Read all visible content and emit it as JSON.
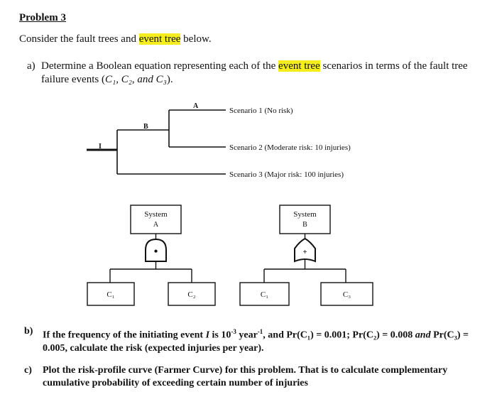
{
  "problem": {
    "title": "Problem 3",
    "intro_prefix": "Consider the fault trees and ",
    "intro_highlight": "event tree",
    "intro_suffix": " below."
  },
  "part_a": {
    "label": "a)",
    "text_1": "Determine a Boolean equation representing each of the ",
    "highlight": "event tree",
    "text_2": " scenarios in terms of the fault tree failure events (",
    "vars": "C₁, C₂, and C₃",
    "text_3": ")."
  },
  "event_tree": {
    "initiating_label": "I",
    "branch_b_label": "B",
    "branch_a_label": "A",
    "scenarios": [
      "Scenario 1 (No risk)",
      "Scenario 2 (Moderate risk: 10 injuries)",
      "Scenario 3 (Major risk: 100 injuries)"
    ]
  },
  "fault_trees": [
    {
      "top_line1": "System",
      "top_line2": "A",
      "gate": "AND",
      "gate_symbol": "•",
      "events": [
        "C₁",
        "C₂"
      ]
    },
    {
      "top_line1": "System",
      "top_line2": "B",
      "gate": "OR",
      "gate_symbol": "+",
      "events": [
        "C₁",
        "C₃"
      ]
    }
  ],
  "part_b": {
    "label": "b)",
    "text_1": "If the frequency of the initiating event ",
    "var_i": "I",
    "text_2": " is 10",
    "exp1": "-3",
    "text_3": " year",
    "exp2": "-1",
    "text_4": ", and Pr(C₁) = 0.001; Pr(C₂) = 0.008 ",
    "and_word": "and",
    "text_5": " Pr(C₃) = 0.005, calculate the risk (expected injuries per year)."
  },
  "part_c": {
    "label": "c)",
    "text": "Plot the risk-profile curve (Farmer Curve) for this problem. That is to calculate complementary cumulative probability of exceeding certain number of injuries"
  }
}
